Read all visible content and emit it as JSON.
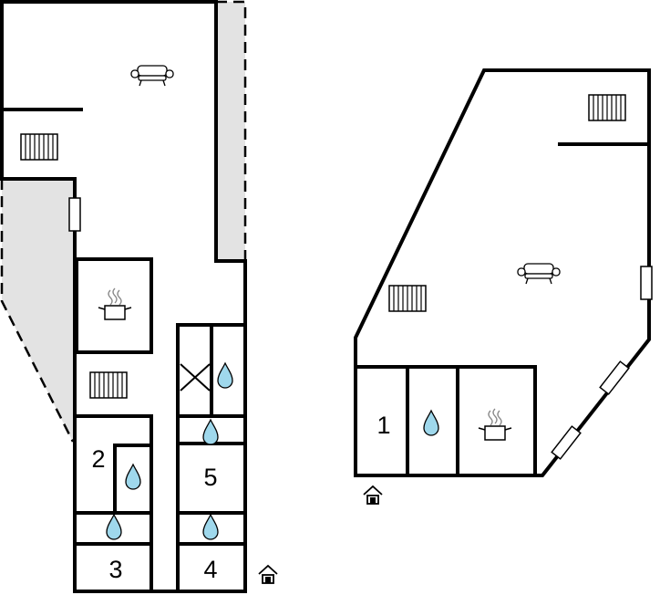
{
  "icon_legend": {
    "living": "sofa-icon",
    "kitchen": "cooking-pot-icon",
    "heater": "radiator-icon",
    "bathroom": "water-drop-icon",
    "entrance": "house-entrance-icon",
    "window": "window-icon"
  },
  "colors": {
    "wall": "#000000",
    "terrace_fill": "#e3e3e3",
    "water": "#9fd8ec"
  },
  "rooms": {
    "room_1": "1",
    "room_2": "2",
    "room_3": "3",
    "room_4": "4",
    "room_5": "5"
  }
}
